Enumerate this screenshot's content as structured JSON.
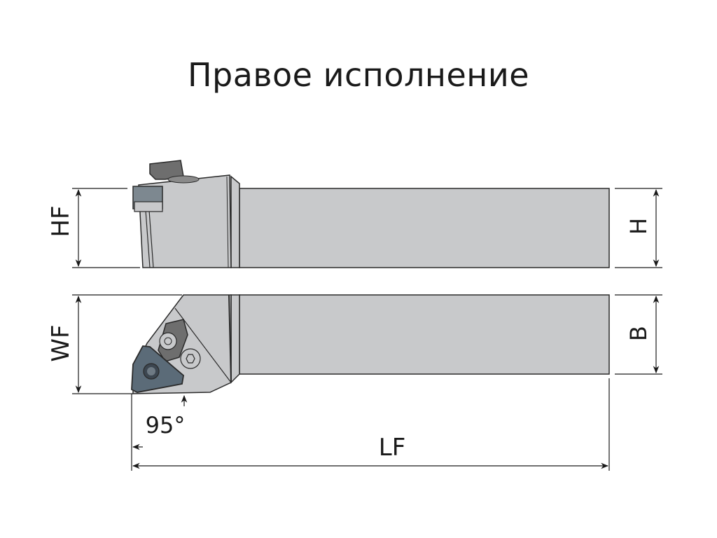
{
  "title": "Правое исполнение",
  "dimensions": {
    "hf": "HF",
    "wf": "WF",
    "h": "H",
    "b": "B",
    "lf": "LF",
    "angle": "95°"
  },
  "colors": {
    "body": "#c8c9cb",
    "outline": "#2a2a2a",
    "insert": "#5b6b78",
    "clamp": "#6e6e6e",
    "text": "#1a1a1a"
  }
}
